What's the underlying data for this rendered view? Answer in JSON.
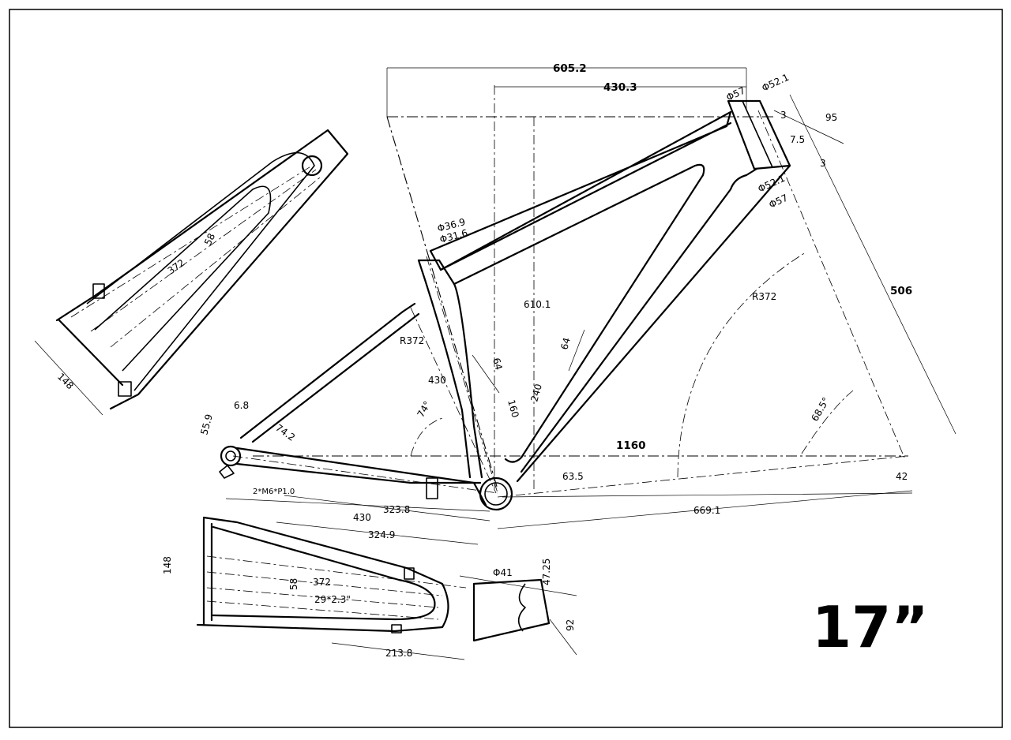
{
  "size_label": "17”",
  "main_view": {
    "reach_total": "605.2",
    "reach": "430.3",
    "headtube_top_outer": "Φ57",
    "headtube_top_inner": "Φ52.1",
    "headtube_bottom_inner": "Φ52.1",
    "headtube_bottom_outer": "Φ57",
    "headtube_offset_top": "3",
    "headtube_cup": "7.5",
    "headtube_offset_bottom": "3",
    "headtube_length": "95",
    "seat_tube_outer": "Φ36.9",
    "seat_tube_inner": "Φ31.6",
    "stack": "610.1",
    "front_radius": "R372",
    "front_center": "506",
    "rear_radius": "R372",
    "seat_tube_length": "430",
    "seat_angle": "74°",
    "head_angle": "68.5°",
    "downtube_width_a": "64",
    "downtube_width_b": "64",
    "seat_tube_lower": "160",
    "downtube_length": "240",
    "wheelbase": "1160",
    "bb_drop": "63.5",
    "front_reach_horizontal": "669.1",
    "fork_offset": "42",
    "dropout_a": "6.8",
    "dropout_b": "55.9",
    "dropout_c": "74.2",
    "dropout_thread": "2*M6*P1.0",
    "chainstay_rear": "323.8",
    "chainstay_length": "430"
  },
  "top_view": {
    "length": "372",
    "width": "58",
    "axle_width": "148"
  },
  "bottom_view": {
    "seatstay_length": "324.9",
    "length": "372",
    "width": "58",
    "tire_clearance": "29*2.3\"",
    "axle_width": "148",
    "bb_tube": "Φ41",
    "bb_offset": "47.25",
    "bb_width": "92",
    "chainstay_bridge": "213.8"
  }
}
